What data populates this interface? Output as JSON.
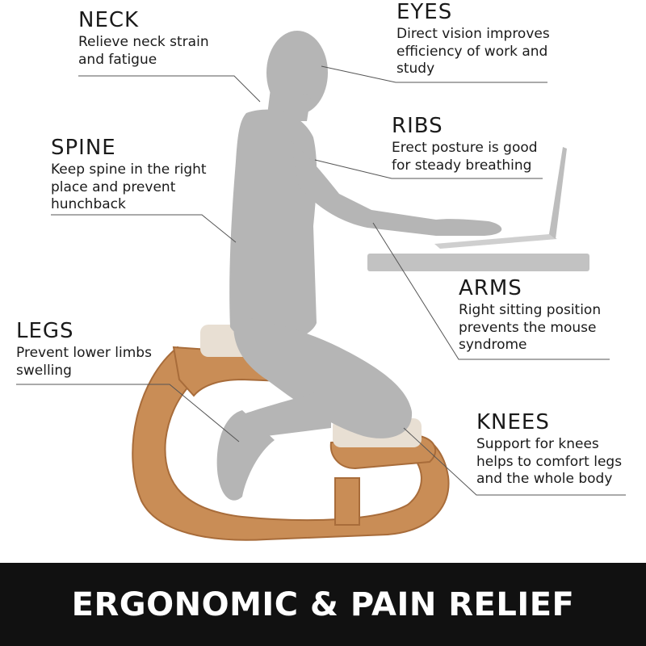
{
  "callouts": {
    "neck": {
      "title": "NECK",
      "lines": [
        "Relieve neck strain",
        "and fatigue"
      ]
    },
    "eyes": {
      "title": "EYES",
      "lines": [
        "Direct vision improves",
        "efficiency of work and",
        "study"
      ]
    },
    "spine": {
      "title": "SPINE",
      "lines": [
        "Keep spine in the right",
        "place and prevent",
        "hunchback"
      ]
    },
    "ribs": {
      "title": "RIBS",
      "lines": [
        "Erect posture is good",
        "for steady breathing"
      ]
    },
    "arms": {
      "title": "ARMS",
      "lines": [
        "Right sitting position",
        "prevents the mouse",
        "syndrome"
      ]
    },
    "legs": {
      "title": "LEGS",
      "lines": [
        "Prevent lower limbs",
        "swelling"
      ]
    },
    "knees": {
      "title": "KNEES",
      "lines": [
        "Support for knees",
        "helps to comfort legs",
        "and the whole body"
      ]
    }
  },
  "banner": {
    "text": "ERGONOMIC & PAIN RELIEF"
  },
  "colors": {
    "silhouette": "#b5b5b5",
    "wood": "#c98d56",
    "wood_dark": "#a86c3a",
    "cushion": "#e8dfd3",
    "leader": "#555555",
    "banner_bg": "#111111",
    "banner_text": "#ffffff"
  }
}
